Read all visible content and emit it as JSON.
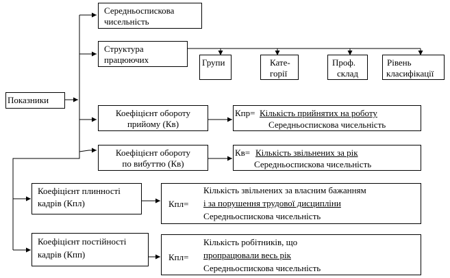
{
  "root": {
    "label": "Показники"
  },
  "nodes": {
    "avg_headcount": {
      "line1": "Середньоспискова",
      "line2": "чисельність"
    },
    "structure": {
      "line1": "Структура",
      "line2": "працюючих",
      "groups": {
        "line1": "Групи"
      },
      "categories": {
        "line1": "Кате-",
        "line2": "горії"
      },
      "profession": {
        "line1": "Проф.",
        "line2": "склад"
      },
      "qualification": {
        "line1": "Рівень",
        "line2": "класифікації"
      }
    },
    "hire_turnover": {
      "line1": "Коефіцієнт обороту",
      "line2": "прийому (Кв)",
      "formula_prefix": "Кпр=",
      "numerator": "Кількість прийнятих на роботу",
      "denominator": "Середньоспискова чисельність"
    },
    "leave_turnover": {
      "line1": "Коефіцієнт обороту",
      "line2": "по вибуттю (Кв)",
      "formula_prefix": "Кв=",
      "numerator": "Кількість звільнених за рік",
      "denominator": "Середньоспискова чисельність"
    },
    "fluidity": {
      "line1": "Коефіцієнт плинності",
      "line2": "кадрів (Кпл)",
      "formula_prefix": "Кпл=",
      "num_line1": "Кількість звільнених за власним бажанням",
      "num_line2": "і за порушення трудової дисципліни",
      "denominator": "Середньоспискова чисельність"
    },
    "stability": {
      "line1": "Коефіцієнт постійності",
      "line2": "кадрів (Кпп)",
      "formula_prefix": "Кпл=",
      "num_line1": "Кількість робітників, що",
      "num_line2": "пропрацювали весь рік",
      "denominator": "Середньоспискова чисельність"
    }
  }
}
